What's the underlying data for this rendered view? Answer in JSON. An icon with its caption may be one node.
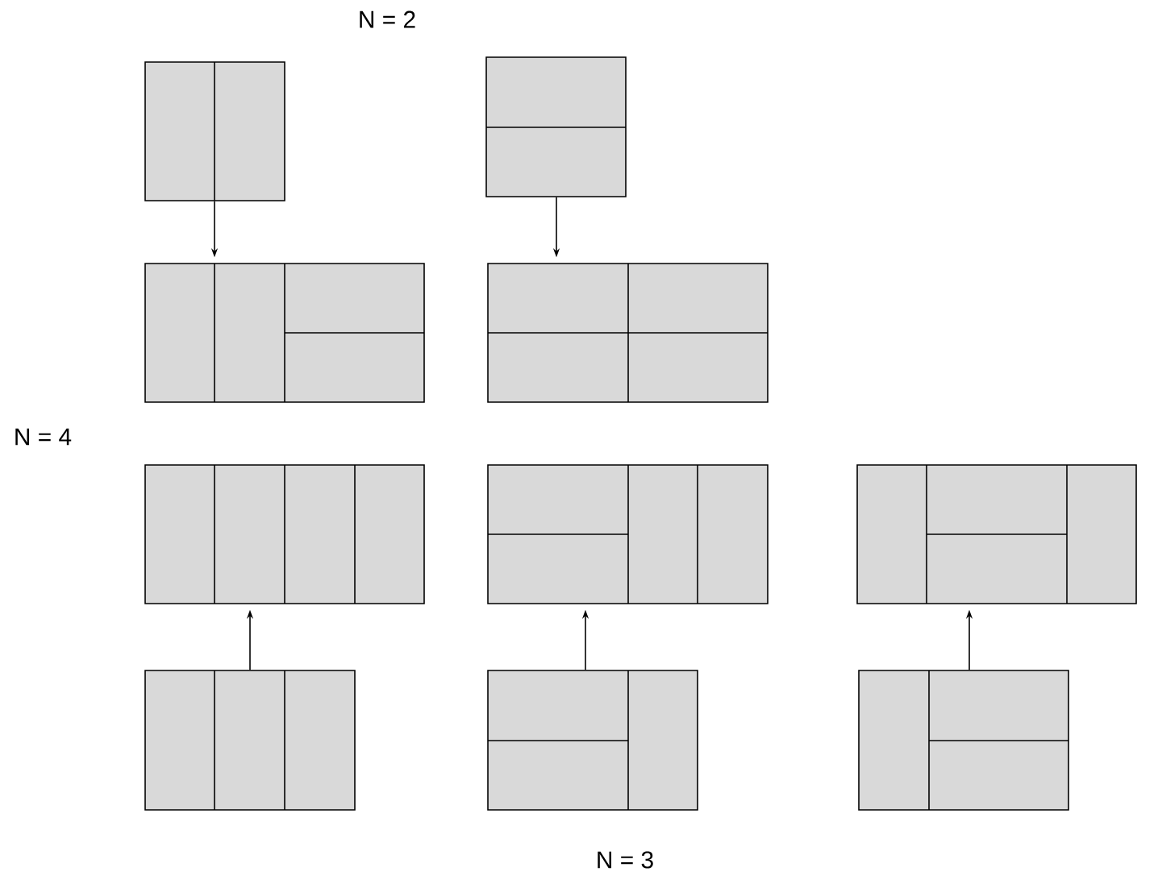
{
  "diagram": {
    "nodes": [
      {
        "text": [],
        "shape": "box"
      },
      {
        "text": [],
        "shape": "box"
      },
      {
        "text": [],
        "shape": "box"
      },
      {
        "text": [],
        "shape": "box"
      },
      {
        "text": [],
        "shape": "box"
      },
      {
        "text": [],
        "shape": "box"
      },
      {
        "text": [],
        "shape": "box"
      },
      {
        "text": [],
        "shape": "box"
      },
      {
        "text": [],
        "shape": "box"
      },
      {
        "text": [],
        "shape": "box"
      }
    ],
    "edges": [
      {
        "from": 0,
        "to": 2,
        "arrow": "to"
      },
      {
        "from": 1,
        "to": 3,
        "arrow": "to"
      },
      {
        "from": 7,
        "to": 4,
        "arrow": "to"
      },
      {
        "from": 8,
        "to": 5,
        "arrow": "to"
      },
      {
        "from": 9,
        "to": 6,
        "arrow": "to"
      }
    ],
    "labels": [
      "N = 2",
      "N = 4",
      "N = 3"
    ]
  }
}
